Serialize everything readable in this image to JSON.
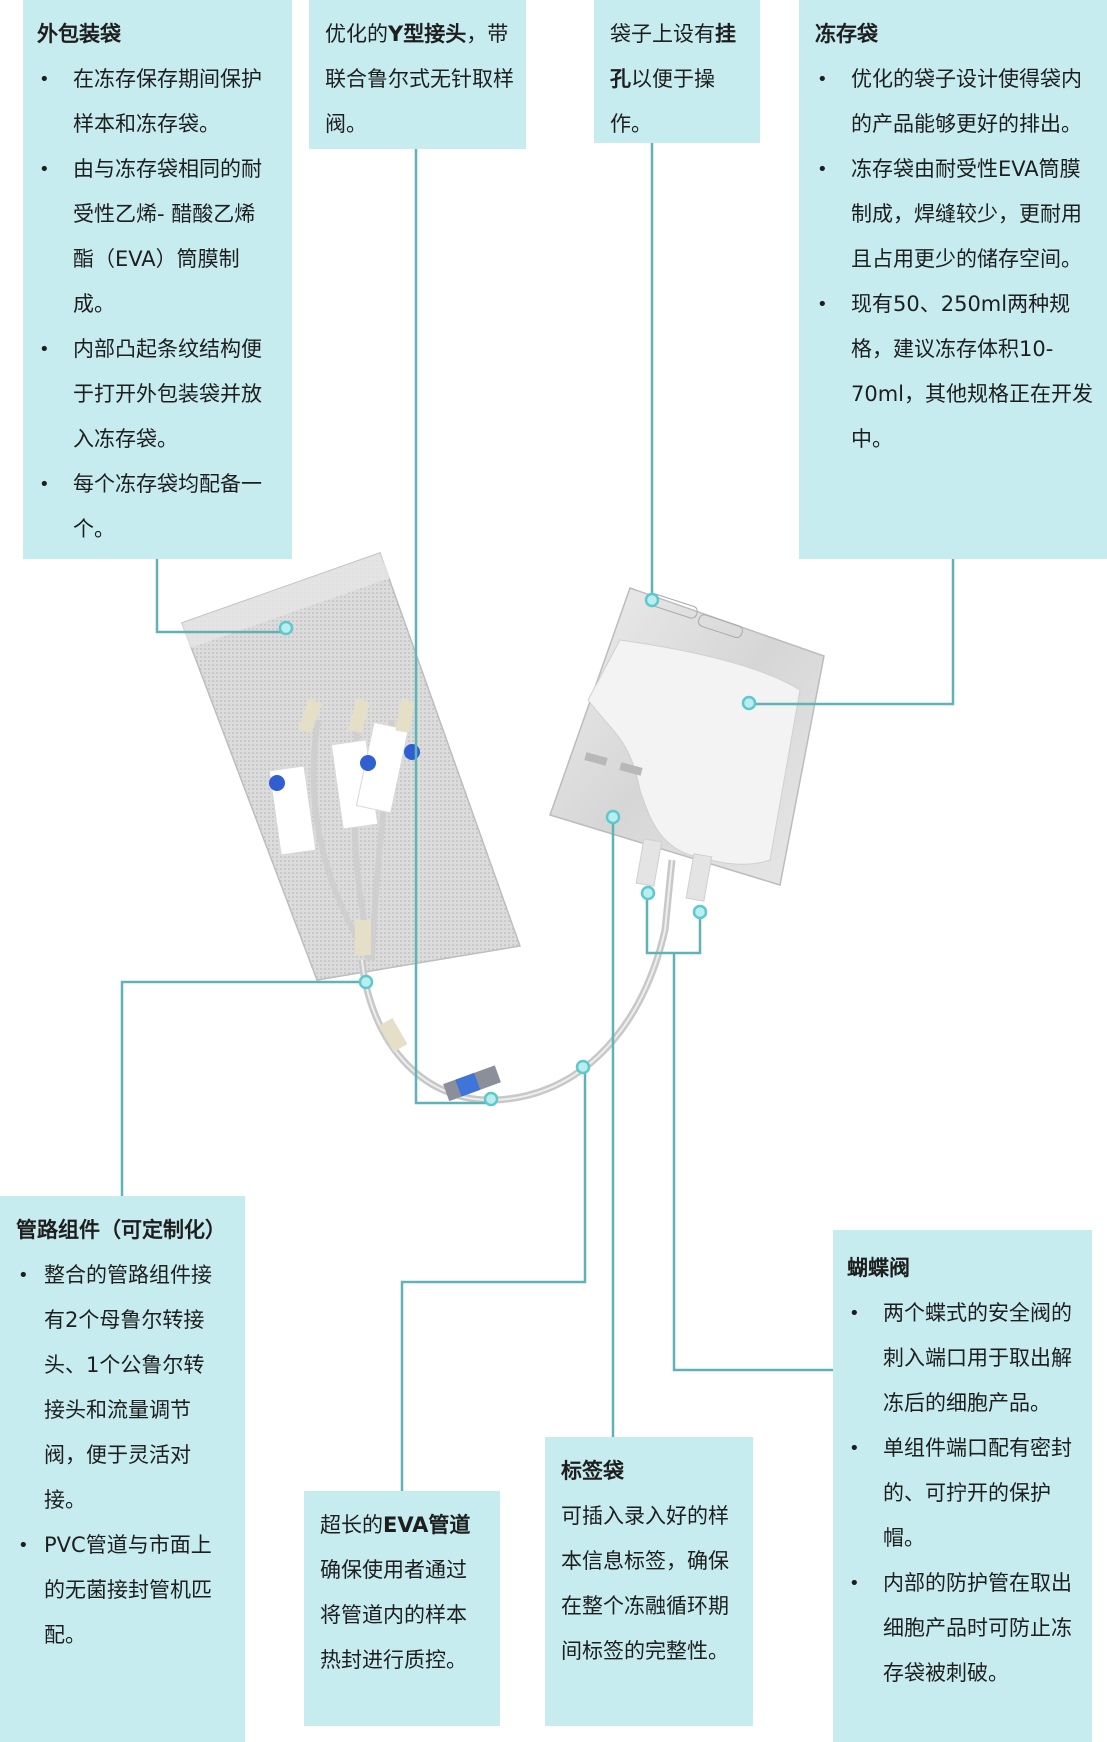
{
  "colors": {
    "box_bg": "#c6ecef",
    "line": "#5fb3b7",
    "dot_fill": "#b9eef1",
    "dot_stroke": "#5ec8cc",
    "text": "#1e1e1e"
  },
  "callouts": {
    "outer_bag": {
      "title": "外包装袋",
      "bullets": [
        "在冻存保存期间保护样本和冻存袋。",
        "由与冻存袋相同的耐受性乙烯- 醋酸乙烯酯（EVA）筒膜制成。",
        "内部凸起条纹结构便于打开外包装袋并放入冻存袋。",
        "每个冻存袋均配备一个。"
      ]
    },
    "y_connector": {
      "prefix": "优化的",
      "bold": "Y型接头",
      "suffix": "，带联合鲁尔式无针取样阀。"
    },
    "hanging_hole": {
      "prefix": "袋子上设有",
      "bold": "挂孔",
      "suffix": "以便于操作。"
    },
    "cryo_bag": {
      "title": "冻存袋",
      "bullets": [
        "优化的袋子设计使得袋内的产品能够更好的排出。",
        "冻存袋由耐受性EVA筒膜制成，焊缝较少，更耐用且占用更少的储存空间。",
        "现有50、250ml两种规格，建议冻存体积10-70ml，其他规格正在开发中。"
      ]
    },
    "tubing_set": {
      "title": "管路组件（可定制化）",
      "bullets": [
        "整合的管路组件接有2个母鲁尔转接头、1个公鲁尔转接头和流量调节阀，便于灵活对接。",
        "PVC管道与市面上的无菌接封管机匹配。"
      ]
    },
    "eva_tubing": {
      "prefix": "超长的",
      "bold": "EVA管道",
      "suffix": "确保使用者通过将管道内的样本热封进行质控。"
    },
    "label_pocket": {
      "title": "标签袋",
      "text": "可插入录入好的样本信息标签，确保在整个冻融循环期间标签的完整性。"
    },
    "butterfly_valve": {
      "title": "蝴蝶阀",
      "bullets": [
        "两个蝶式的安全阀的刺入端口用于取出解冻后的细胞产品。",
        "单组件端口配有密封的、可拧开的保护帽。",
        "内部的防护管在取出细胞产品时可防止冻存袋被刺破。"
      ]
    }
  }
}
